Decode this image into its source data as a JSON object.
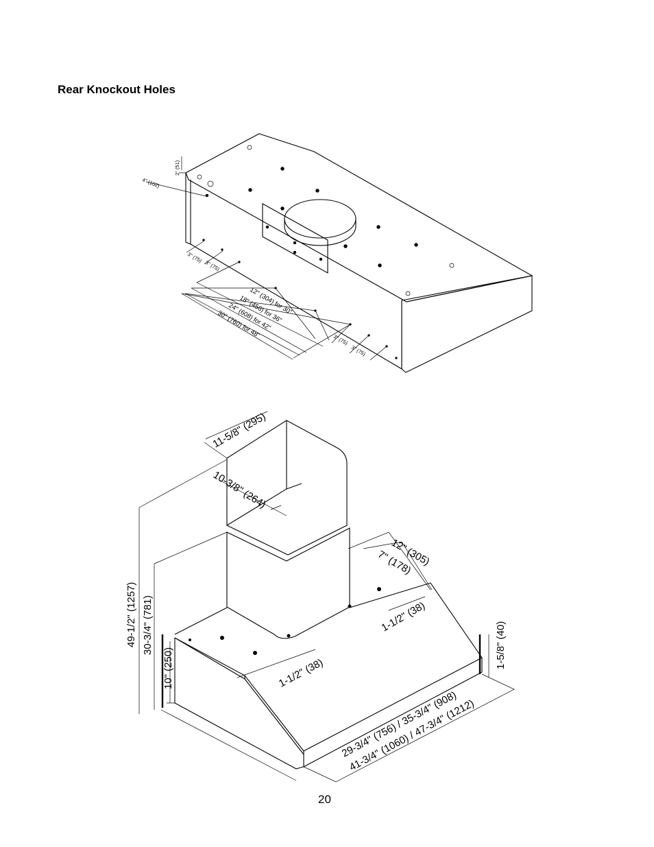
{
  "page": {
    "title": "Rear Knockout Holes",
    "page_number": "20"
  },
  "top_diagram": {
    "dims": {
      "d_2in": "2\" (51)",
      "d_4in": "4\" (102)",
      "d_3in_a": "3\" (75)",
      "d_3in_b": "3\" (75)",
      "d_3in_c": "3\" (75)",
      "d_3in_d": "3\" (75)",
      "w_30": "12\" (304) for 30\"",
      "w_36": "18\" (456) for 36\"",
      "w_42": "24\" (608) for 42\"",
      "w_48": "30\" (760) for 48\""
    }
  },
  "bottom_diagram": {
    "dims": {
      "chimney_width": "11-5/8\" (295)",
      "chimney_depth": "10-3/8\" (264)",
      "rear_12": "12\" (305)",
      "rear_7": "7\" (178)",
      "offset_right": "1-1/2\" (38)",
      "offset_left": "1-1/2\" (38)",
      "front_lip": "1-5/8\" (40)",
      "overall_height": "49-1/2\" (1257)",
      "min_height": "30-3/4\" (781)",
      "hood_height": "10\" (250)",
      "width_a": "29-3/4\" (756) / 35-3/4\" (908)",
      "width_b": "41-3/4\" (1060) / 47-3/4\" (1212)"
    }
  }
}
